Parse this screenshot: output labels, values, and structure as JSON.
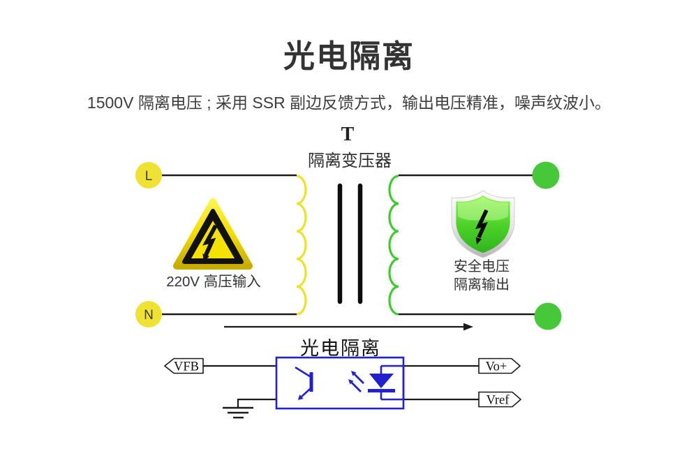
{
  "header": {
    "title": "光电隔离",
    "subtitle": "1500V 隔离电压 ; 采用 SSR 副边反馈方式，输出电压精准，噪声纹波小。"
  },
  "transformer": {
    "symbol": "T",
    "label": "隔离变压器",
    "terminal_live": "L",
    "terminal_neutral": "N",
    "input_caption": "220V 高压输入",
    "output_caption_line1": "安全电压",
    "output_caption_line2": "隔离输出"
  },
  "optocoupler": {
    "caption": "光电隔离",
    "pin_feedback": "VFB",
    "pin_output": "Vo+",
    "pin_reference": "Vref"
  },
  "icons": {
    "high_voltage": "high-voltage-warning-triangle",
    "safety": "safety-shield-with-lightning"
  },
  "colors": {
    "terminal_yellow": "#F0E135",
    "terminal_green": "#47C83B",
    "coil_yellow": "#EDE22A",
    "coil_green": "#3FCB2F",
    "circuit_blue": "#2121CE",
    "wire_black": "#1A1A1A",
    "text_dark": "#333333"
  }
}
